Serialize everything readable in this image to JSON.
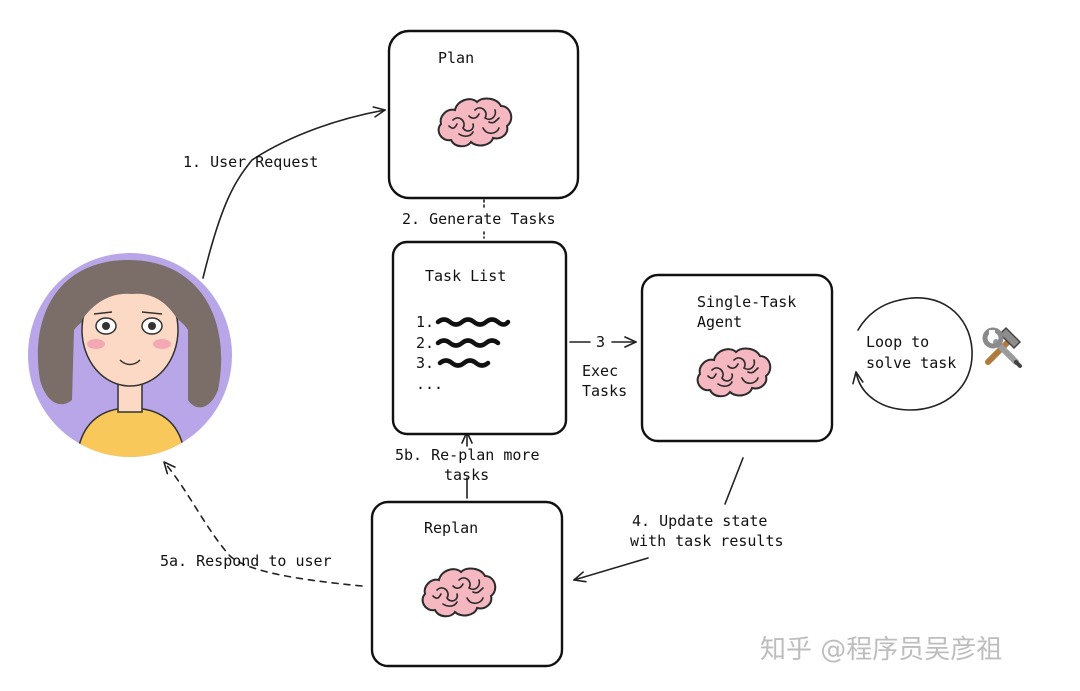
{
  "nodes": {
    "plan": {
      "title": "Plan"
    },
    "task_list": {
      "title": "Task List",
      "items": [
        "1.",
        "2.",
        "3.",
        "..."
      ]
    },
    "agent": {
      "title_line1": "Single-Task",
      "title_line2": "Agent"
    },
    "replan": {
      "title": "Replan"
    },
    "loop": {
      "line1": "Loop to",
      "line2": "solve task"
    }
  },
  "edges": {
    "user_request": "1. User Request",
    "generate_tasks": "2. Generate Tasks",
    "exec_num": "3",
    "exec_line1": "Exec",
    "exec_line2": "Tasks",
    "update_line1": "4. Update state",
    "update_line2": "with task results",
    "replan_line1": "5b. Re-plan more",
    "replan_line2": "tasks",
    "respond": "5a. Respond to user"
  },
  "watermark": "知乎 @程序员吴彦祖",
  "icons": {
    "tools": "hammer-and-wrench-icon",
    "user": "user-avatar",
    "brain": "brain-icon"
  },
  "colors": {
    "avatar_bg": "#b9a6e8",
    "hair": "#7b6d68",
    "skin": "#fbd9c4",
    "shirt": "#f8c85a",
    "brain": "#f5b7c0"
  }
}
